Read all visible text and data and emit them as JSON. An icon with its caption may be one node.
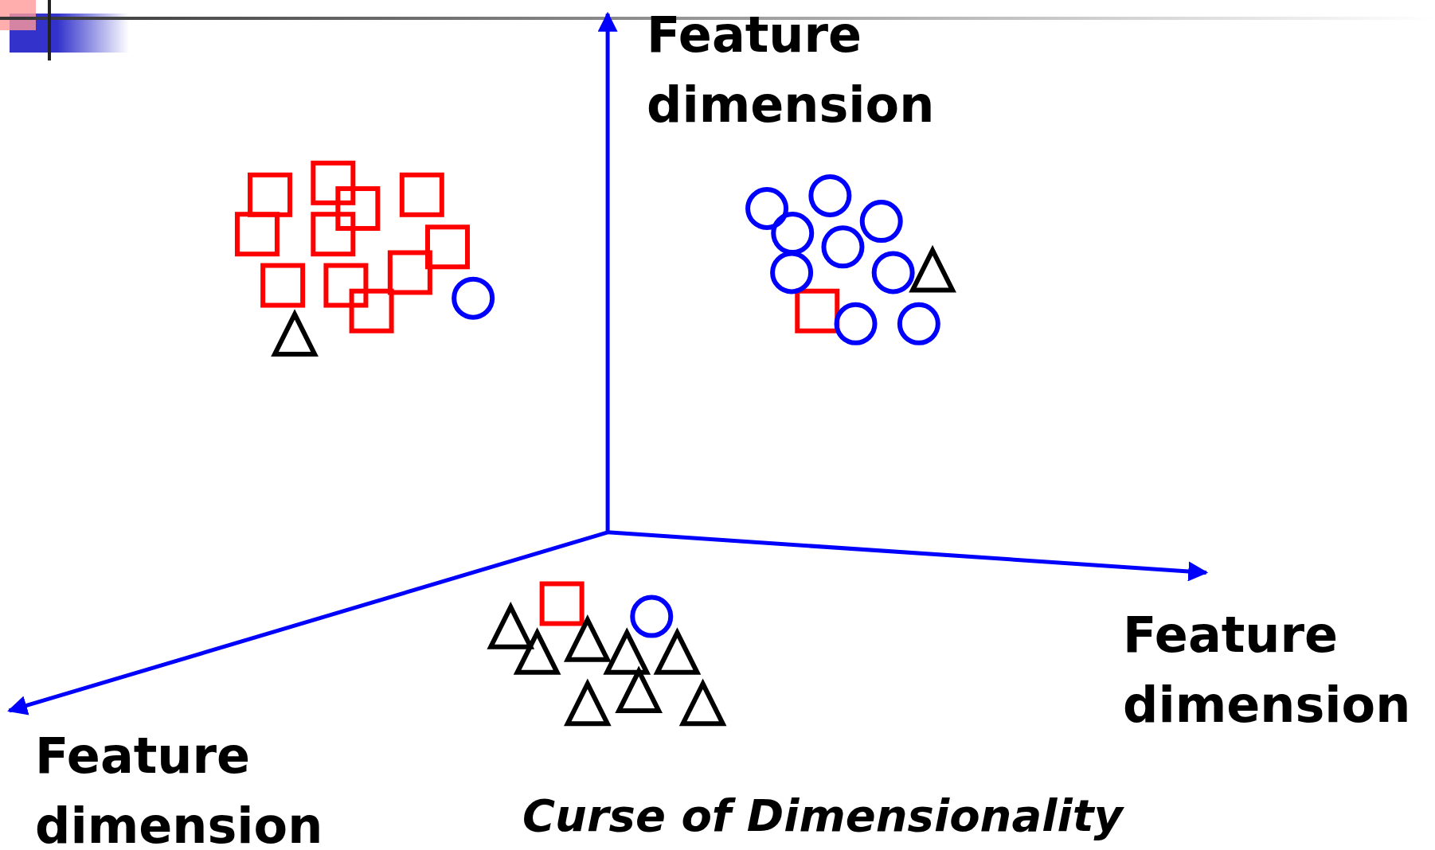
{
  "diagram": {
    "caption": "Curse of Dimensionality",
    "labels": [
      "Feature dimension",
      "Feature dimension",
      "Feature dimension"
    ]
  }
}
